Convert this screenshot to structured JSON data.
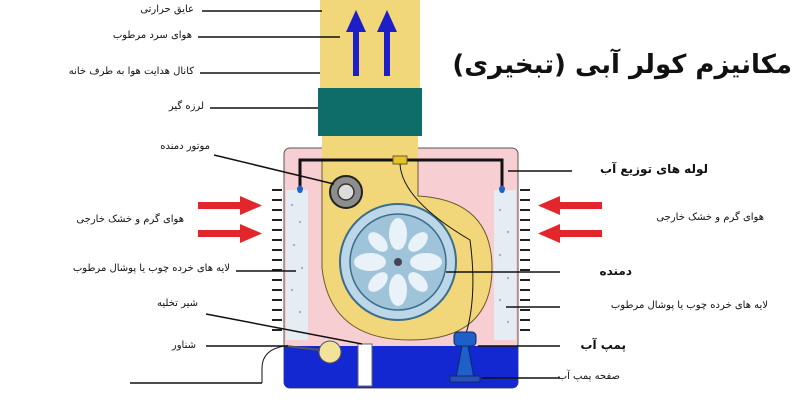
{
  "title": "مکانیزم کولر آبی (تبخیری)",
  "labels": {
    "insulator": "عایق حرارتی",
    "cool_humid_air": "هوای سرد مرطوب",
    "duct": "کانال هدایت هوا به طرف خانه",
    "vibration_damper": "لرزه گیر",
    "fan_motor": "موتور دمنده",
    "hot_dry_air_left": "هوای گرم و خشک خارجی",
    "pads_left": "لایه های خرده چوب یا پوشال مرطوب",
    "drain_valve": "شیر تخلیه",
    "float": "شناور",
    "distribution_pipes": "لوله های توزیع آب",
    "hot_dry_air_right": "هوای گرم و خشک خارجی",
    "blower": "دمنده",
    "pads_right": "لایه های خرده چوب یا پوشال مرطوب",
    "water_pump": "پمپ آب",
    "pump_plate": "صفحه پمپ آب"
  },
  "colors": {
    "duct_fill": "#f2d77a",
    "air_arrow": "#1e1ec8",
    "damper": "#0e6d68",
    "housing": "#f7cfd3",
    "pads": "#e6ecf4",
    "water": "#1428d2",
    "red_arrow": "#e3262b",
    "fan": "#9fc3d8",
    "pump": "#1e5fc8"
  }
}
